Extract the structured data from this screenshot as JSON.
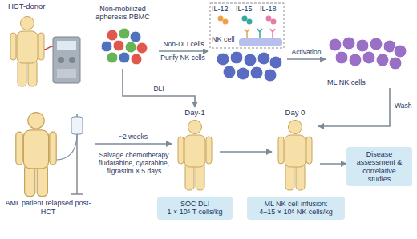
{
  "diagram": {
    "nodes": [
      {
        "text": [
          "HCT-donor"
        ]
      },
      {
        "text": [
          "Non-mobilized apheresis PBMC"
        ]
      },
      {
        "text": [
          "IL-12",
          "IL-15",
          "IL-18",
          "NK cell"
        ]
      },
      {
        "text": [
          "ML NK cells"
        ]
      },
      {
        "text": [
          "AML patient relapsed post-HCT"
        ]
      },
      {
        "text": [
          "Day-1"
        ]
      },
      {
        "text": [
          "SOC DLI",
          "1 × 10⁶ T cells/kg"
        ]
      },
      {
        "text": [
          "Day 0"
        ]
      },
      {
        "text": [
          "ML NK cell infusion:",
          "4–15 × 10⁶ NK cells/kg"
        ]
      },
      {
        "text": [
          "Disease assessment & correlative studies"
        ]
      }
    ],
    "edges": [
      {
        "from": 1,
        "to": 2,
        "label": "Non-DLI cells",
        "arrow": "to"
      },
      {
        "from": 2,
        "to": 3,
        "label": "Activation",
        "arrow": "to"
      },
      {
        "from": 3,
        "to": 7,
        "label": "Wash",
        "arrow": "to"
      },
      {
        "from": 1,
        "to": 5,
        "label": "DLI",
        "arrow": "to"
      },
      {
        "from": 4,
        "to": 5,
        "label": "~2 weeks",
        "arrow": "to"
      },
      {
        "from": 5,
        "to": 7,
        "arrow": "to"
      },
      {
        "from": 7,
        "to": 9,
        "arrow": "to"
      }
    ],
    "labels": [
      "Purify NK cells",
      "Salvage chemotherapy fludarabine, cytarabine, filgrastim × 5 days"
    ]
  }
}
